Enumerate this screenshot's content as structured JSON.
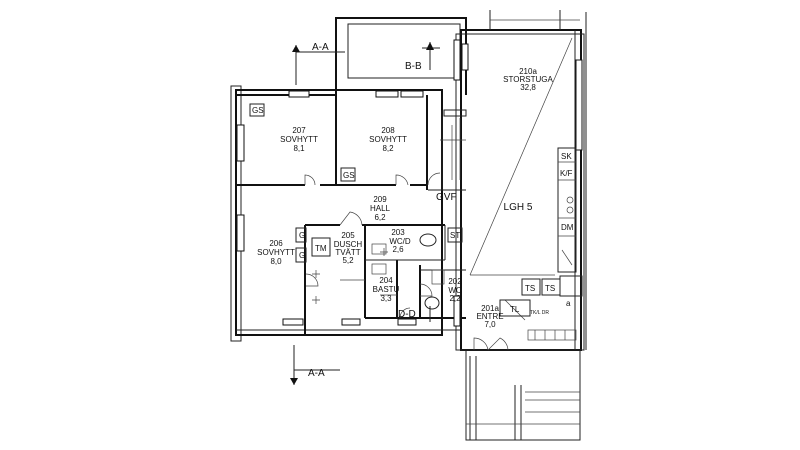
{
  "rooms": {
    "r207": {
      "num": "207",
      "name": "SOVHYTT",
      "area": "8,1"
    },
    "r208": {
      "num": "208",
      "name": "SOVHYTT",
      "area": "8,2"
    },
    "r209": {
      "num": "209",
      "name": "HALL",
      "area": "6,2"
    },
    "r206": {
      "num": "206",
      "name": "SOVHYTT",
      "area": "8,0"
    },
    "r205": {
      "num": "205",
      "name": "DUSCH",
      "name2": "TVÄTT",
      "area": "5,2"
    },
    "r203": {
      "num": "203",
      "name": "WC/D",
      "area": "2,6"
    },
    "r204": {
      "num": "204",
      "name": "BASTU",
      "area": "3,3"
    },
    "r202": {
      "num": "202",
      "name": "WC",
      "area": "2,2"
    },
    "r201a": {
      "num": "201a",
      "name": "ENTRE",
      "area": "7,0"
    },
    "r210a": {
      "num": "210a",
      "name": "STORSTUGA",
      "area": "32,8"
    }
  },
  "unit_label": "LGH 5",
  "sections": {
    "aa": "A-A",
    "bb": "B-B",
    "dd": "D-D"
  },
  "equipment": {
    "gs": "GS",
    "tm": "TM",
    "g": "G",
    "st": "ST",
    "ts": "TS",
    "tl": "TL",
    "sk": "SK",
    "kf": "K/F",
    "dm": "DM",
    "gvf": "GVF",
    "tkl": "TK/L DR",
    "a": "a"
  }
}
